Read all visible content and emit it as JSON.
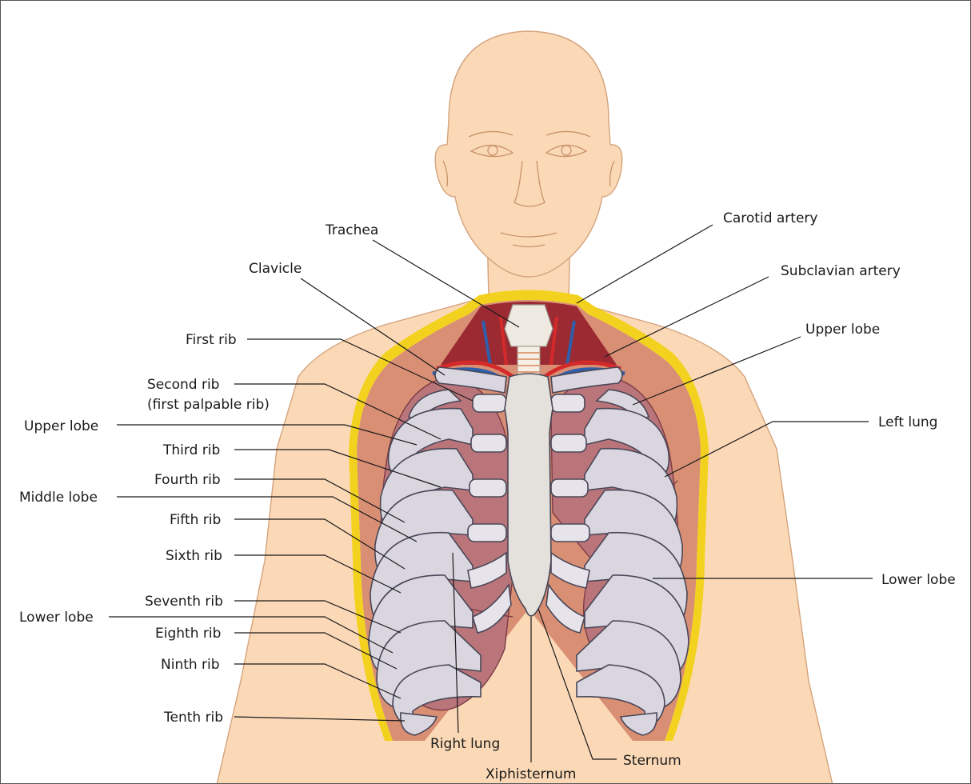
{
  "labels": {
    "trachea": "Trachea",
    "carotid_artery": "Carotid artery",
    "clavicle": "Clavicle",
    "subclavian_artery": "Subclavian artery",
    "first_rib": "First rib",
    "upper_lobe_left": "Upper lobe",
    "second_rib": "Second rib",
    "second_rib_note": "(first palpable rib)",
    "upper_lobe_right": "Upper lobe",
    "left_lung": "Left lung",
    "third_rib": "Third rib",
    "fourth_rib": "Fourth rib",
    "middle_lobe": "Middle lobe",
    "fifth_rib": "Fifth rib",
    "sixth_rib": "Sixth rib",
    "lower_lobe_left": "Lower lobe",
    "seventh_rib": "Seventh rib",
    "lower_lobe_right": "Lower lobe",
    "eighth_rib": "Eighth rib",
    "ninth_rib": "Ninth rib",
    "tenth_rib": "Tenth rib",
    "right_lung": "Right lung",
    "sternum": "Sternum",
    "xiphisternum": "Xiphisternum"
  },
  "colors": {
    "skin": "#fbd9b7",
    "skin_outline": "#d4a37c",
    "rib": "#d9d6e0",
    "lung": "#b9757a",
    "pleura": "#f2d21e",
    "artery": "#d42a2a",
    "vein": "#2f5fa8"
  }
}
